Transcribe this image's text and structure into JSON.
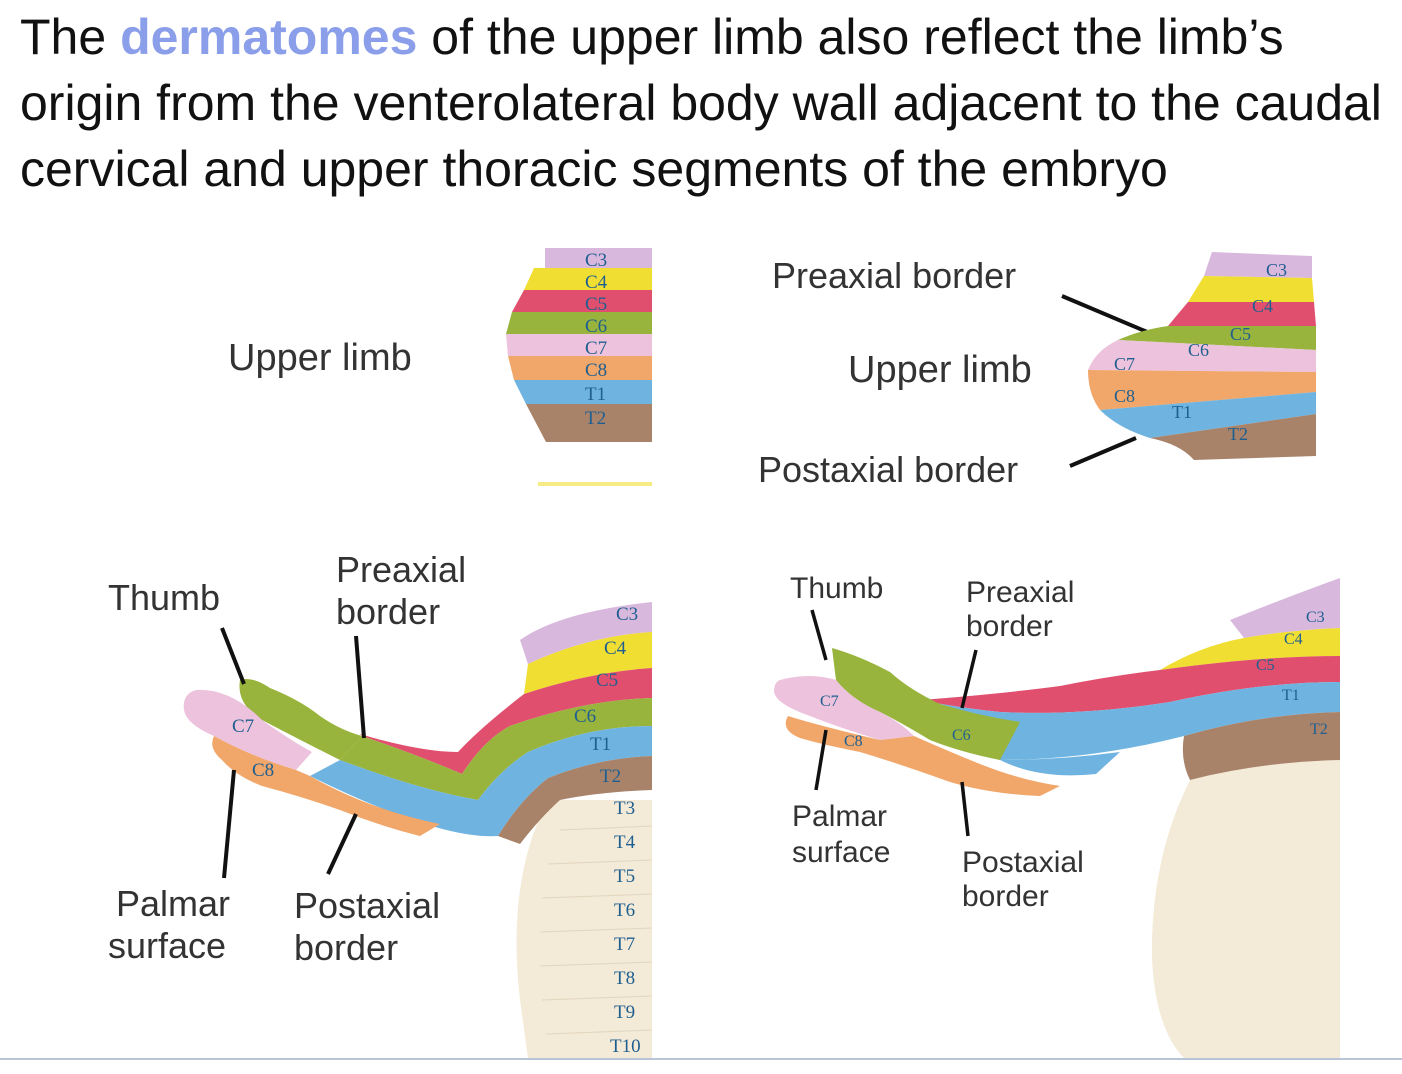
{
  "heading": {
    "prefix": "The ",
    "highlight": "dermatomes",
    "suffix": " of the upper limb also reflect the limb’s origin from the venterolateral body wall adjacent to the caudal cervical and upper thoracic segments of the embryo"
  },
  "colors": {
    "highlight": "#8a9eea",
    "C3": "#d9b8de",
    "C4": "#f0de32",
    "C5": "#e0506e",
    "C6": "#98b43c",
    "C7": "#edc2dc",
    "C8": "#f1a66a",
    "T1": "#6fb4e0",
    "T2": "#a8836a",
    "trunk": "#f4ead8"
  },
  "panel1": {
    "label": "Upper limb",
    "segments": [
      "C3",
      "C4",
      "C5",
      "C6",
      "C7",
      "C8",
      "T1",
      "T2"
    ]
  },
  "panel2": {
    "preaxial": "Preaxial border",
    "label": "Upper limb",
    "postaxial": "Postaxial border",
    "segments": [
      "C3",
      "C4",
      "C5",
      "C6",
      "C7",
      "C8",
      "T1",
      "T2"
    ]
  },
  "panel3": {
    "thumb": "Thumb",
    "preaxial_1": "Preaxial",
    "preaxial_2": "border",
    "palmar_1": "Palmar",
    "palmar_2": "surface",
    "postaxial_1": "Postaxial",
    "postaxial_2": "border",
    "segments": [
      "C3",
      "C4",
      "C5",
      "C6",
      "T1",
      "T2",
      "C7",
      "C8"
    ],
    "thoracic": [
      "T3",
      "T4",
      "T5",
      "T6",
      "T7",
      "T8",
      "T9",
      "T10"
    ]
  },
  "panel4": {
    "thumb": "Thumb",
    "preaxial_1": "Preaxial",
    "preaxial_2": "border",
    "palmar_1": "Palmar",
    "palmar_2": "surface",
    "postaxial_1": "Postaxial",
    "postaxial_2": "border",
    "segments": [
      "C3",
      "C4",
      "C5",
      "T1",
      "T2",
      "C7",
      "C8",
      "C6"
    ]
  }
}
